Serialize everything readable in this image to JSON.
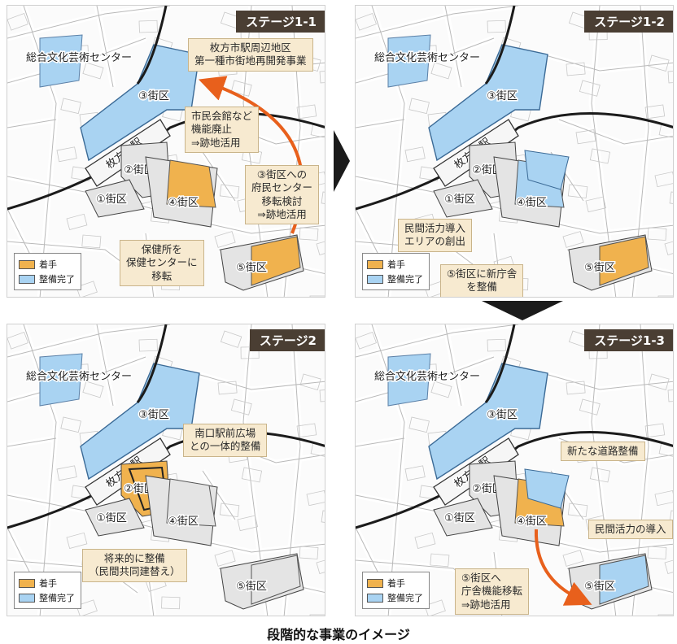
{
  "caption": "段階的な事業のイメージ",
  "colors": {
    "started": "#f0b24e",
    "completed": "#a9d3f2",
    "arrow": "#e8601c",
    "stage_tag_bg": "#4a3e33",
    "callout_bg": "#f7ead0"
  },
  "legend": {
    "started": "着手",
    "completed": "整備完了"
  },
  "labels": {
    "arts_center": "総合文化芸術センター",
    "station": "枚方市駅",
    "district1": "①街区",
    "district2": "②街区",
    "district3": "③街区",
    "district4": "④街区",
    "district5": "⑤街区"
  },
  "panels": [
    {
      "stage": "ステージ1-1",
      "callouts": [
        {
          "lines": [
            "枚方市駅周辺地区",
            "第一種市街地再開発事業"
          ]
        },
        {
          "lines": [
            "市民会館など",
            "機能廃止",
            "⇒跡地活用"
          ]
        },
        {
          "lines": [
            "③街区への",
            "府民センター",
            "移転検討",
            "⇒跡地活用"
          ]
        },
        {
          "lines": [
            "保健所を",
            "保健センターに",
            "移転"
          ]
        }
      ]
    },
    {
      "stage": "ステージ1-2",
      "callouts": [
        {
          "lines": [
            "民間活力導入",
            "エリアの創出"
          ]
        },
        {
          "lines": [
            "⑤街区に新庁舎",
            "を整備"
          ]
        }
      ]
    },
    {
      "stage": "ステージ2",
      "callouts": [
        {
          "lines": [
            "南口駅前広場",
            "との一体的整備"
          ]
        },
        {
          "lines": [
            "将来的に整備",
            "（民間共同建替え）"
          ]
        }
      ]
    },
    {
      "stage": "ステージ1-3",
      "callouts": [
        {
          "lines": [
            "新たな道路整備"
          ]
        },
        {
          "lines": [
            "民間活力の導入"
          ]
        },
        {
          "lines": [
            "⑤街区へ",
            "庁舎機能移転",
            "⇒跡地活用"
          ]
        }
      ]
    }
  ]
}
